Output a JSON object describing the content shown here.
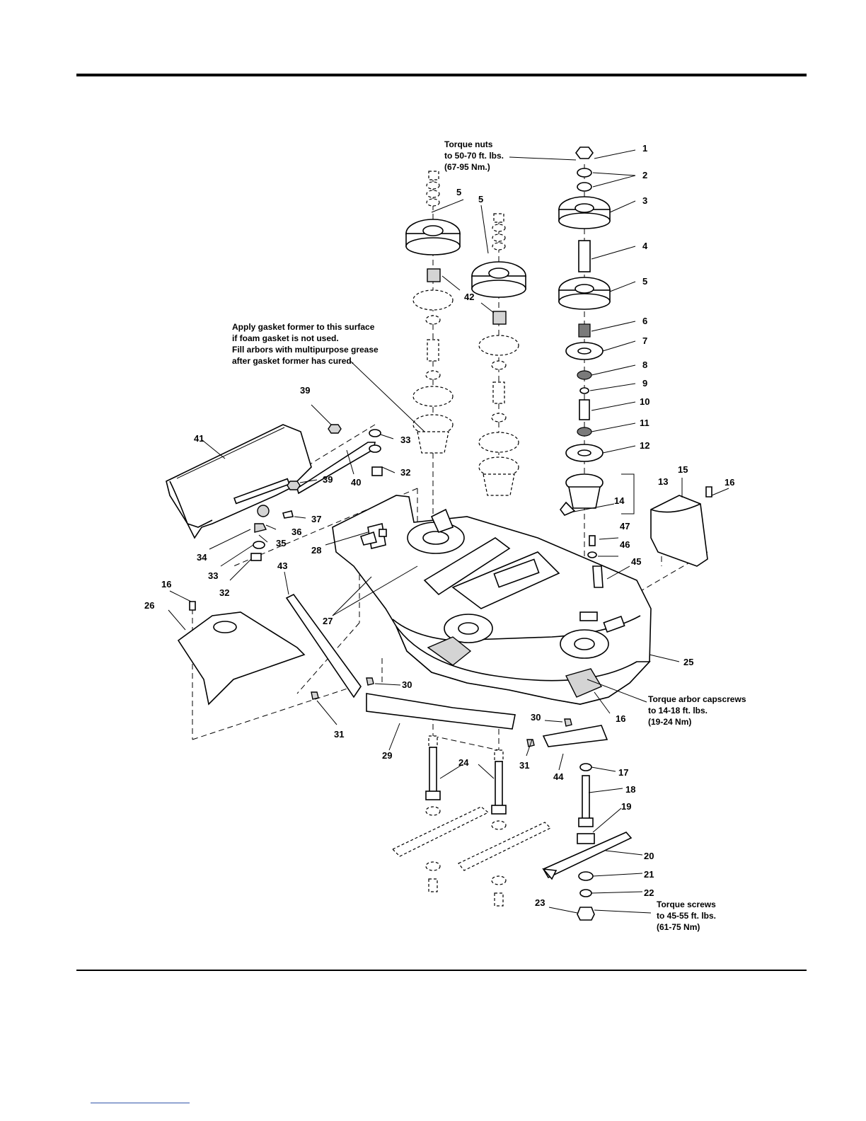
{
  "notes": {
    "torque_nuts": [
      "Torque nuts",
      "to 50-70 ft. lbs.",
      "(67-95 Nm.)"
    ],
    "gasket": [
      "Apply gasket former to this surface",
      "if foam gasket is not used.",
      "Fill arbors with multipurpose grease",
      "after gasket former has cured."
    ],
    "torque_arbor": [
      "Torque arbor capscrews",
      "to 14-18 ft. lbs.",
      "(19-24 Nm)"
    ],
    "torque_screws": [
      "Torque screws",
      "to 45-55 ft. lbs.",
      "(61-75 Nm)"
    ]
  },
  "callouts": {
    "c1": "1",
    "c2": "2",
    "c3": "3",
    "c4": "4",
    "c5a": "5",
    "c5b": "5",
    "c5c": "5",
    "c6": "6",
    "c7": "7",
    "c8": "8",
    "c9": "9",
    "c10": "10",
    "c11": "11",
    "c12": "12",
    "c13": "13",
    "c14": "14",
    "c15": "15",
    "c16a": "16",
    "c16b": "16",
    "c16c": "16",
    "c17": "17",
    "c18": "18",
    "c19": "19",
    "c20": "20",
    "c21": "21",
    "c22": "22",
    "c23": "23",
    "c24": "24",
    "c25": "25",
    "c26": "26",
    "c27": "27",
    "c28": "28",
    "c29": "29",
    "c30a": "30",
    "c30b": "30",
    "c31a": "31",
    "c31b": "31",
    "c32a": "32",
    "c32b": "32",
    "c33a": "33",
    "c33b": "33",
    "c34": "34",
    "c35": "35",
    "c36": "36",
    "c37": "37",
    "c39a": "39",
    "c39b": "39",
    "c40": "40",
    "c41": "41",
    "c42": "42",
    "c43": "43",
    "c44": "44",
    "c45": "45",
    "c46": "46",
    "c47": "47"
  }
}
